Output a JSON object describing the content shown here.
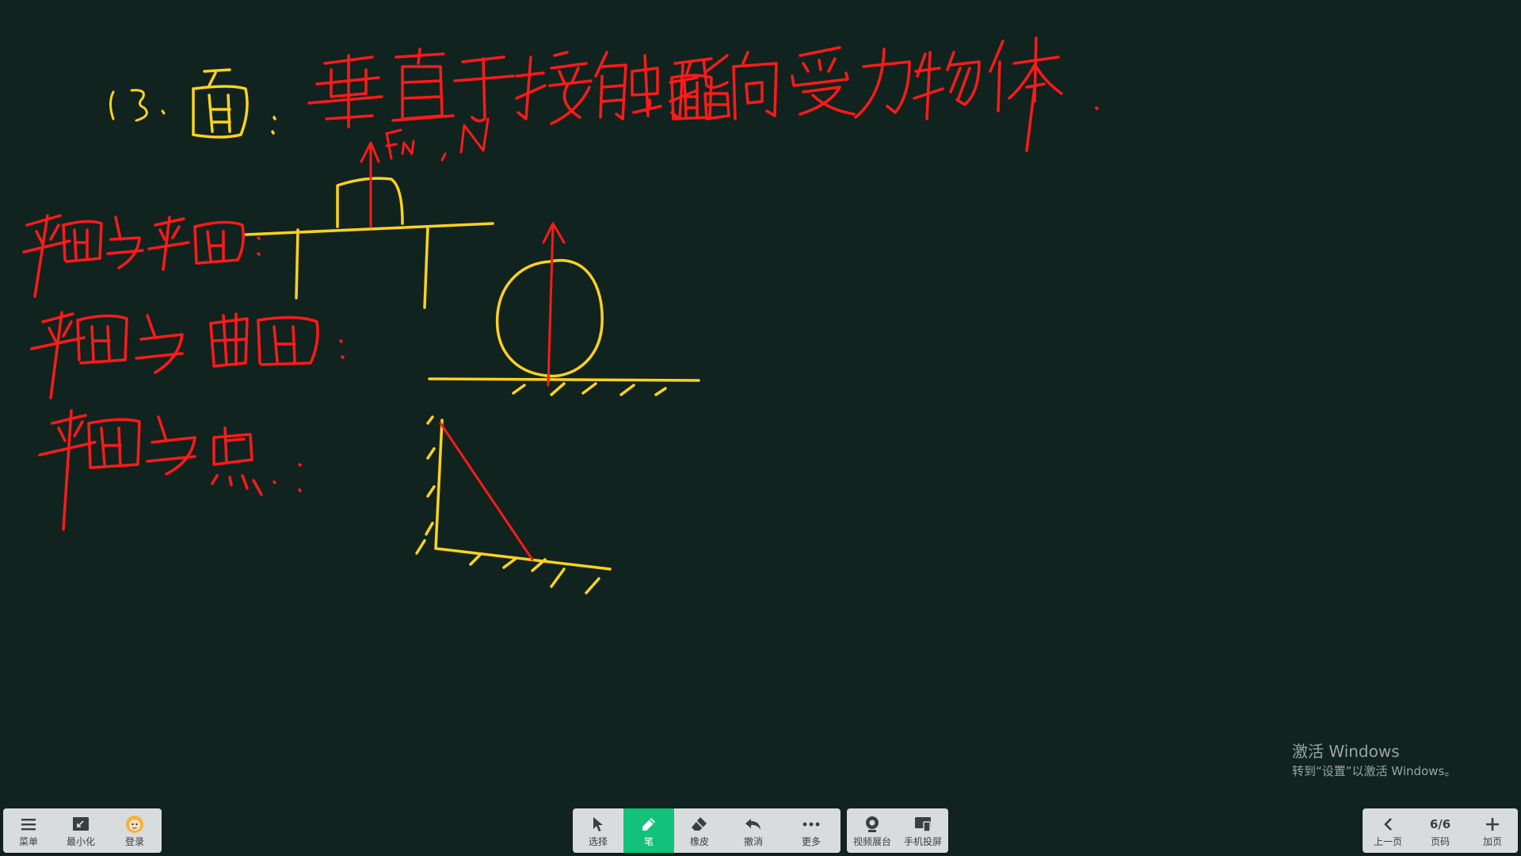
{
  "board": {
    "drawing_colors": {
      "background": "#11231e",
      "red_ink": "#ff1a1a",
      "yellow_ink": "#ffd21f"
    }
  },
  "left_toolbar": {
    "items": [
      {
        "label": "菜单",
        "icon": "menu-icon"
      },
      {
        "label": "最小化",
        "icon": "minimize-icon"
      },
      {
        "label": "登录",
        "icon": "avatar-icon"
      }
    ]
  },
  "center_toolbar": {
    "items": [
      {
        "label": "选择",
        "icon": "cursor-icon",
        "active": false
      },
      {
        "label": "笔",
        "icon": "pen-icon",
        "active": true
      },
      {
        "label": "橡皮",
        "icon": "eraser-icon",
        "active": false
      },
      {
        "label": "撤消",
        "icon": "undo-icon",
        "active": false
      },
      {
        "label": "更多",
        "icon": "more-icon",
        "active": false
      }
    ],
    "accent_color": "#12c17a"
  },
  "media_toolbar": {
    "items": [
      {
        "label": "视频展台",
        "icon": "camera-icon"
      },
      {
        "label": "手机投屏",
        "icon": "phone-cast-icon"
      }
    ]
  },
  "page_nav": {
    "prev_label": "上一页",
    "page_indicator": "6/6",
    "page_label": "页码",
    "add_label": "加页"
  },
  "windows_activation": {
    "title": "激活 Windows",
    "subtitle": "转到“设置”以激活 Windows。"
  }
}
